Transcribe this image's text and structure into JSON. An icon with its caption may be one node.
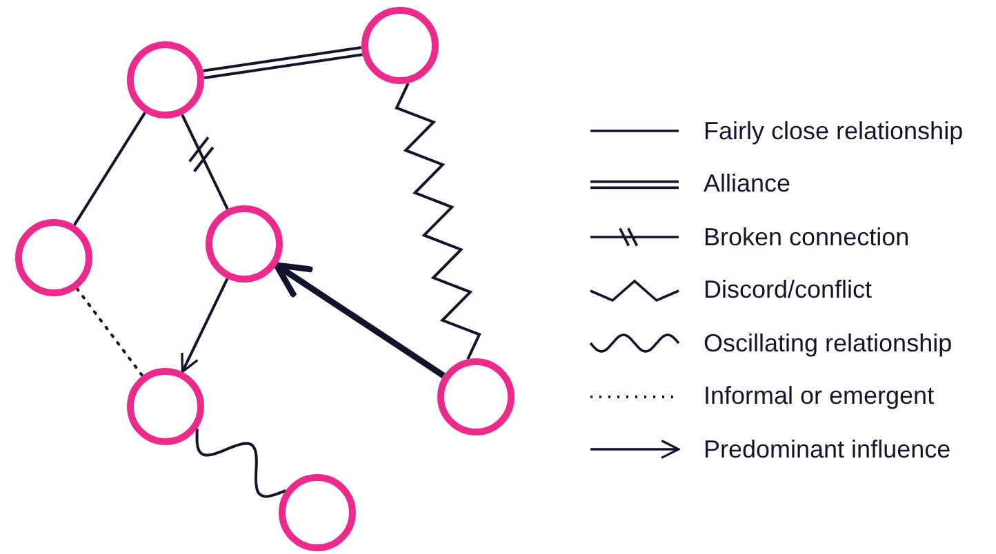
{
  "diagram": {
    "nodes": [
      {
        "text": [],
        "shape": "circle"
      },
      {
        "text": [],
        "shape": "circle"
      },
      {
        "text": [],
        "shape": "circle"
      },
      {
        "text": [],
        "shape": "circle"
      },
      {
        "text": [],
        "shape": "circle"
      },
      {
        "text": [],
        "shape": "circle"
      },
      {
        "text": [],
        "shape": "circle"
      }
    ],
    "edges": [
      {
        "from": 0,
        "to": 1,
        "arrow": "none"
      },
      {
        "from": 0,
        "to": 2,
        "arrow": "none"
      },
      {
        "from": 0,
        "to": 3,
        "arrow": "none"
      },
      {
        "from": 1,
        "to": 5,
        "arrow": "none"
      },
      {
        "from": 2,
        "to": 4,
        "arrow": "none",
        "style": "dashed"
      },
      {
        "from": 3,
        "to": 4,
        "arrow": "to"
      },
      {
        "from": 5,
        "to": 3,
        "arrow": "to",
        "style": "thick"
      },
      {
        "from": 4,
        "to": 6,
        "arrow": "none"
      }
    ],
    "legend": [
      {
        "text": "Fairly close relationship"
      },
      {
        "text": "Alliance"
      },
      {
        "text": "Broken connection"
      },
      {
        "text": "Discord/conflict"
      },
      {
        "text": "Oscillating relationship"
      },
      {
        "text": "Informal or emergent"
      },
      {
        "text": "Predominant influence"
      }
    ]
  }
}
